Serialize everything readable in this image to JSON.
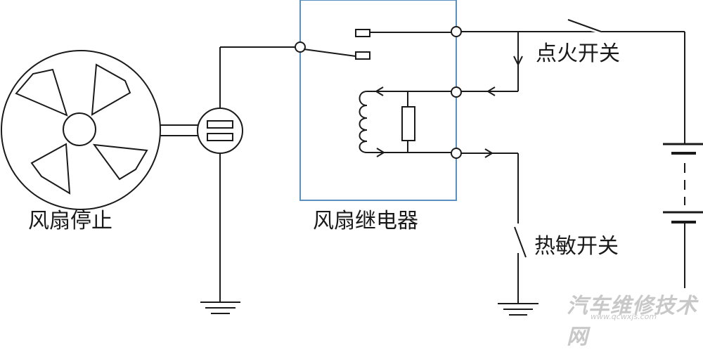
{
  "labels": {
    "fan_stopped": "风扇停止",
    "fan_relay": "风扇继电器",
    "ignition_switch": "点火开关",
    "thermo_switch": "热敏开关"
  },
  "watermark": {
    "main": "汽车维修技术网",
    "sub": "www.qcwxjs.com"
  },
  "colors": {
    "line": "#1a1a1a",
    "relay_box": "#5b8fc0",
    "watermark": "#c8c8c8"
  },
  "icons": [
    "fan-icon",
    "connector-icon",
    "relay-coil-icon",
    "resistor-icon",
    "battery-icon",
    "ground-icon",
    "switch-icon"
  ]
}
